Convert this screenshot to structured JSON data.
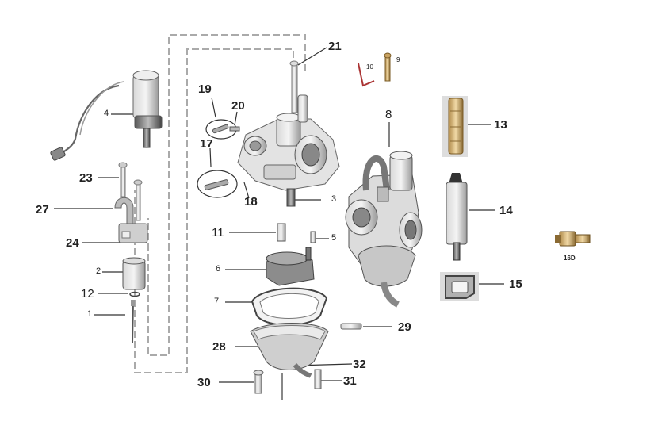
{
  "diagram": {
    "labels": {
      "l1": "1",
      "l2": "2",
      "l3": "3",
      "l4": "4",
      "l5": "5",
      "l6": "6",
      "l7": "7",
      "l8": "8",
      "l9": "9",
      "l10": "10",
      "l11": "11",
      "l12": "12",
      "l13": "13",
      "l14": "14",
      "l15": "15",
      "l16d": "16D",
      "l17": "17",
      "l18": "18",
      "l19": "19",
      "l20": "20",
      "l21": "21",
      "l23": "23",
      "l24": "24",
      "l27": "27",
      "l28": "28",
      "l29": "29",
      "l30": "30",
      "l31": "31",
      "l32": "32"
    }
  }
}
